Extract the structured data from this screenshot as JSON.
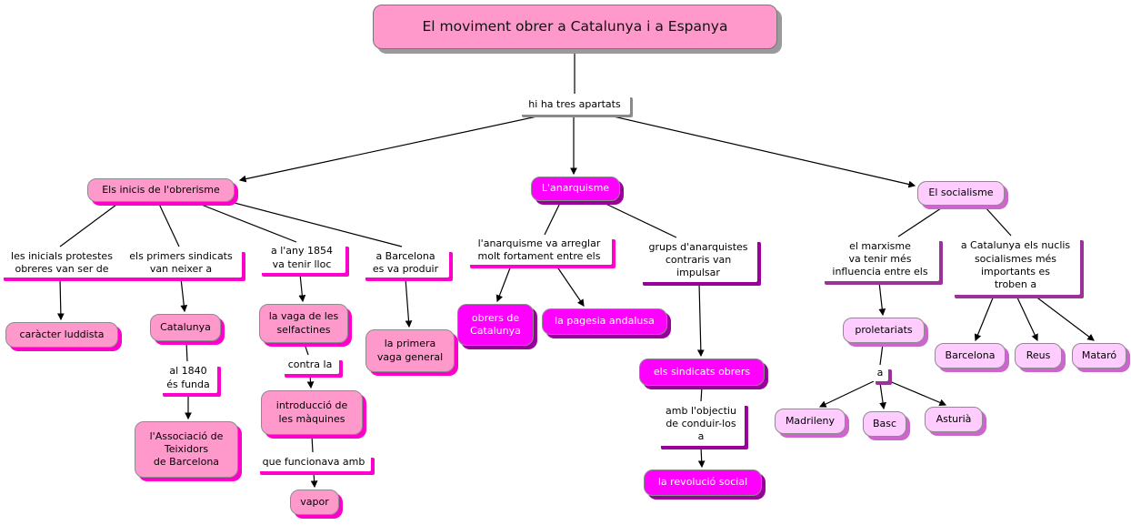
{
  "colors": {
    "pink": "#ff99cc",
    "magenta": "#ff00ff",
    "light": "#ffccff",
    "shadow-pink": "#ff00cc",
    "shadow-magenta": "#990099",
    "shadow-light": "#cc66cc",
    "shadow-title": "#9a9a9a",
    "shadow-label-1": "#ff00cc",
    "shadow-label-2": "#990099",
    "shadow-label-3": "#993399",
    "shadow-label-g": "#8a8a8a",
    "line": "#000000"
  },
  "title": "El moviment obrer a Catalunya i a Espanya",
  "root": {
    "connector": "hi ha tres apartats"
  },
  "obrerisme": {
    "node": "Els inicis de l'obrerisme",
    "protestes_label": "les inicials protestes\nobreres van ser de",
    "luddista": "caràcter luddista",
    "sindicats_label": "els primers sindicats\nvan neixer a",
    "catalunya": "Catalunya",
    "al1840_label": "al 1840\nés funda",
    "associacio": "l'Associació de\nTeixidors\nde Barcelona",
    "any1854_label": "a l'any 1854\nva tenir lloc",
    "selfactines": "la vaga de les\nselfactines",
    "contra_label": "contra la",
    "maquines": "introducció de\nles màquines",
    "funcionava_label": "que funcionava amb",
    "vapor": "vapor",
    "barcelona_label": "a Barcelona\nes va produir",
    "vaga_general": "la primera\nvaga general"
  },
  "anarquisme": {
    "node": "L'anarquisme",
    "arrelar_label": "l'anarquisme va arreglar\nmolt fortament entre els",
    "obrers": "obrers de\nCatalunya",
    "pagesia": "la pagesia andalusa",
    "grups_label": "grups d'anarquistes\ncontraris van\nimpulsar",
    "sindicats_obrers": "els sindicats obrers",
    "objectiu_label": "amb l'objectiu\nde conduir-los\na",
    "revolucio": "la revolució social"
  },
  "socialisme": {
    "node": "El socialisme",
    "marxisme_label": "el marxisme\nva tenir més\ninfluencia entre els",
    "proletariats": "proletariats",
    "a_label": "a",
    "madrileny": "Madrileny",
    "basc": "Basc",
    "asturia": "Asturià",
    "nuclis_label": "a Catalunya els nuclis\nsocialismes més\nimportants es\ntroben a",
    "barcelona": "Barcelona",
    "reus": "Reus",
    "mataro": "Mataró"
  }
}
